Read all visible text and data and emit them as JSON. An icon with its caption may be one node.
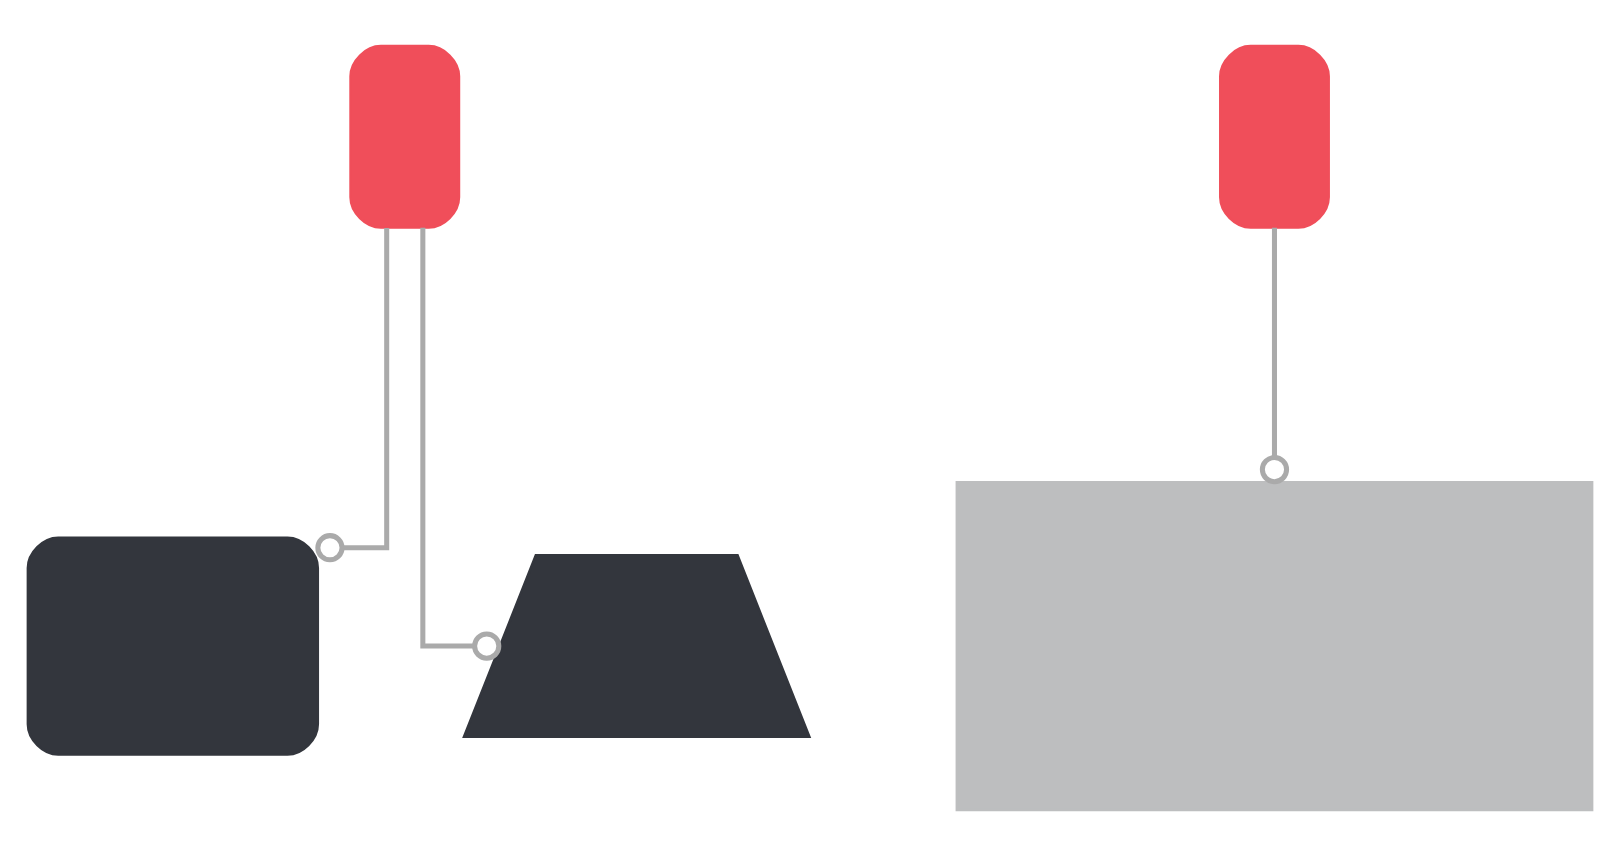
{
  "diagram": {
    "nodes": [
      {
        "text": [],
        "shape": "phone"
      },
      {
        "text": [],
        "shape": "tv"
      },
      {
        "text": [],
        "shape": "laptop"
      },
      {
        "text": [],
        "shape": "phone"
      },
      {
        "text": [],
        "shape": "screen"
      }
    ],
    "edges": [
      {
        "from": 0,
        "to": 1,
        "arrow": "other"
      },
      {
        "from": 0,
        "to": 2,
        "arrow": "other"
      },
      {
        "from": 3,
        "to": 4,
        "arrow": "other"
      }
    ]
  }
}
